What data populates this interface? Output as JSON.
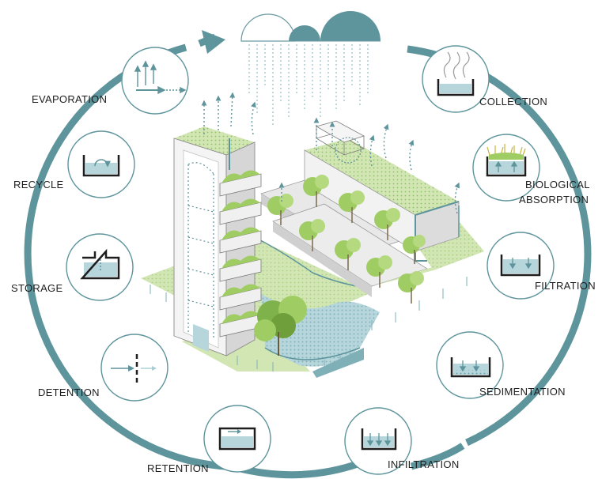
{
  "labels": {
    "evaporation": "EVAPORATION",
    "collection": "COLLECTION",
    "recycle": "RECYCLE",
    "biological_line1": "BIOLOGICAL",
    "biological_line2": "ABSORPTION",
    "storage": "STORAGE",
    "filtration": "FILTRATION",
    "detention": "DETENTION",
    "sedimentation": "SEDIMENTATION",
    "retention": "RETENTION",
    "infiltration": "INFILTRATION"
  },
  "colors": {
    "ring": "#5e949c",
    "water": "#b6d6dc",
    "water_dark": "#4d8791",
    "cloud_fill": "#5e949c",
    "grass": "#d2e6b3",
    "tree": "#9fcc63",
    "tree_dark": "#6f9f3b",
    "ink": "#2b2b2b"
  }
}
